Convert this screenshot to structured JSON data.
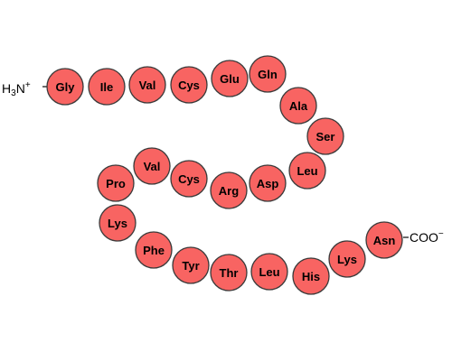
{
  "diagram": {
    "n_terminus": {
      "main": "H",
      "sub": "3",
      "rest": "N",
      "charge": "+"
    },
    "c_terminus": {
      "main": "COO",
      "charge": "−"
    },
    "residues": [
      "Gly",
      "Ile",
      "Val",
      "Cys",
      "Glu",
      "Gln",
      "Ala",
      "Ser",
      "Leu",
      "Asp",
      "Arg",
      "Cys",
      "Val",
      "Pro",
      "Lys",
      "Phe",
      "Tyr",
      "Thr",
      "Leu",
      "His",
      "Lys",
      "Asn"
    ],
    "colors": {
      "residue_fill": "#f86462",
      "outline": "#3a3a3a",
      "text": "#000000"
    }
  }
}
